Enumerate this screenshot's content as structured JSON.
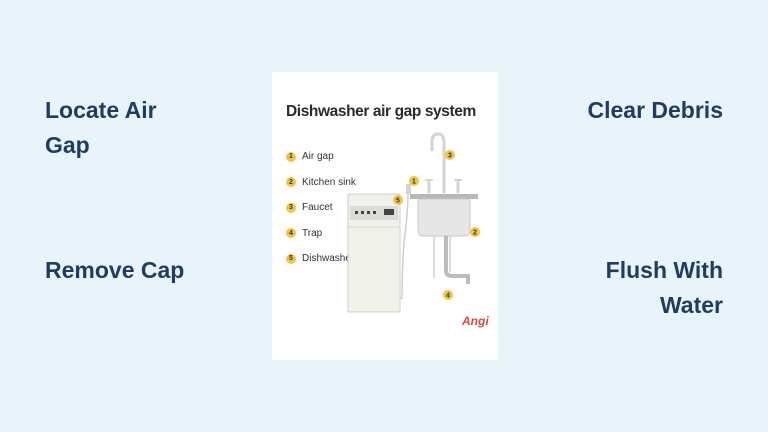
{
  "steps": {
    "locate": "Locate Air Gap",
    "remove": "Remove Cap",
    "clear": "Clear Debris",
    "flush": "Flush With Water"
  },
  "figure": {
    "title": "Dishwasher air gap system",
    "legend": [
      {
        "num": "1",
        "label": "Air gap"
      },
      {
        "num": "2",
        "label": "Kitchen sink"
      },
      {
        "num": "3",
        "label": "Faucet"
      },
      {
        "num": "4",
        "label": "Trap"
      },
      {
        "num": "5",
        "label": "Dishwasher"
      }
    ],
    "callouts": [
      "1",
      "2",
      "3",
      "4",
      "5"
    ],
    "brand": "Angi",
    "colors": {
      "badge": "#f4c542",
      "brand": "#e0463a",
      "step_text": "#1f3d64",
      "background": "#e9f3fa"
    }
  }
}
